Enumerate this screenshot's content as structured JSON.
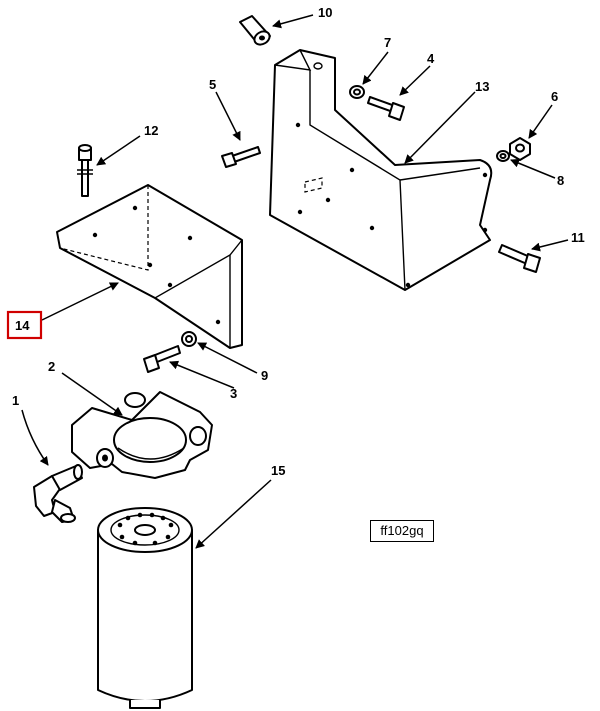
{
  "figure_id": "ff102gq",
  "highlighted_callout": "14",
  "highlight_color": "#d00000",
  "callouts": {
    "c1": "1",
    "c2": "2",
    "c3": "3",
    "c4": "4",
    "c5": "5",
    "c6": "6",
    "c7": "7",
    "c8": "8",
    "c9": "9",
    "c10": "10",
    "c11": "11",
    "c12": "12",
    "c13": "13",
    "c14": "14",
    "c15": "15"
  }
}
